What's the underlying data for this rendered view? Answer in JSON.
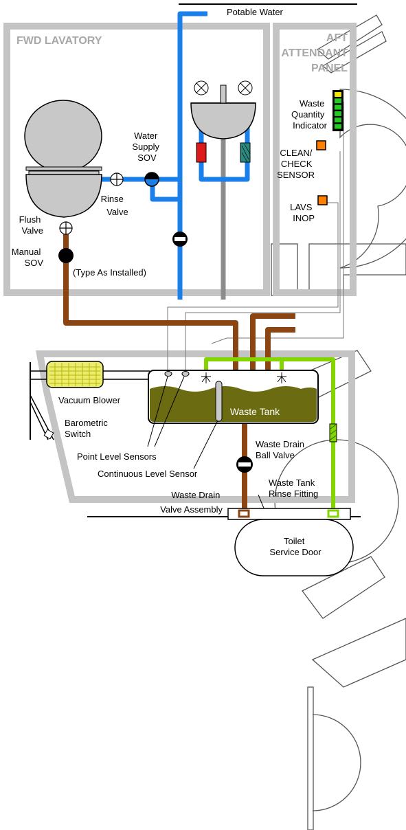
{
  "colors": {
    "water": "#1a7fe8",
    "waste": "#8b4513",
    "rinse": "#84d400",
    "wall": "#c4c4c4",
    "tank_fill": "#6b6b12",
    "status_orange": "#ff7f00",
    "blower": "#ecec70"
  },
  "zones": {
    "fwd_lavatory": "FWD LAVATORY",
    "aft_panel_line1": "AFT",
    "aft_panel_line2": "ATTENDANT",
    "aft_panel_line3": "PANEL"
  },
  "labels": {
    "potable_water": "Potable Water",
    "water_supply_sov": [
      "Water",
      "Supply",
      "SOV"
    ],
    "rinse_valve": [
      "Rinse",
      "Valve"
    ],
    "flush_valve": [
      "Flush",
      "Valve"
    ],
    "manual_sov": [
      "Manual",
      "SOV"
    ],
    "type_as_installed": "(Type As Installed)",
    "waste_quantity_indicator": [
      "Waste",
      "Quantity",
      "Indicator"
    ],
    "clean_check_sensor": [
      "CLEAN/",
      "CHECK",
      "SENSOR"
    ],
    "lavs_inop": [
      "LAVS",
      "INOP"
    ],
    "vacuum_blower": "Vacuum Blower",
    "barometric_switch": [
      "Barometric",
      "Switch"
    ],
    "waste_tank": "Waste Tank",
    "point_level_sensors": "Point Level Sensors",
    "continuous_level_sensor": "Continuous Level Sensor",
    "waste_drain_ball_valve": [
      "Waste Drain",
      "Ball Valve"
    ],
    "waste_tank_rinse_fitting": [
      "Waste Tank",
      "Rinse Fitting"
    ],
    "waste_drain_valve_assembly": [
      "Waste Drain",
      "Valve Assembly"
    ],
    "toilet_service_door": [
      "Toilet",
      "Service Door"
    ]
  },
  "indicator": {
    "segments": [
      "yellow",
      "green",
      "green",
      "green",
      "green",
      "green"
    ],
    "segment_colors": {
      "yellow": "#f2e600",
      "green": "#22cc22"
    }
  }
}
